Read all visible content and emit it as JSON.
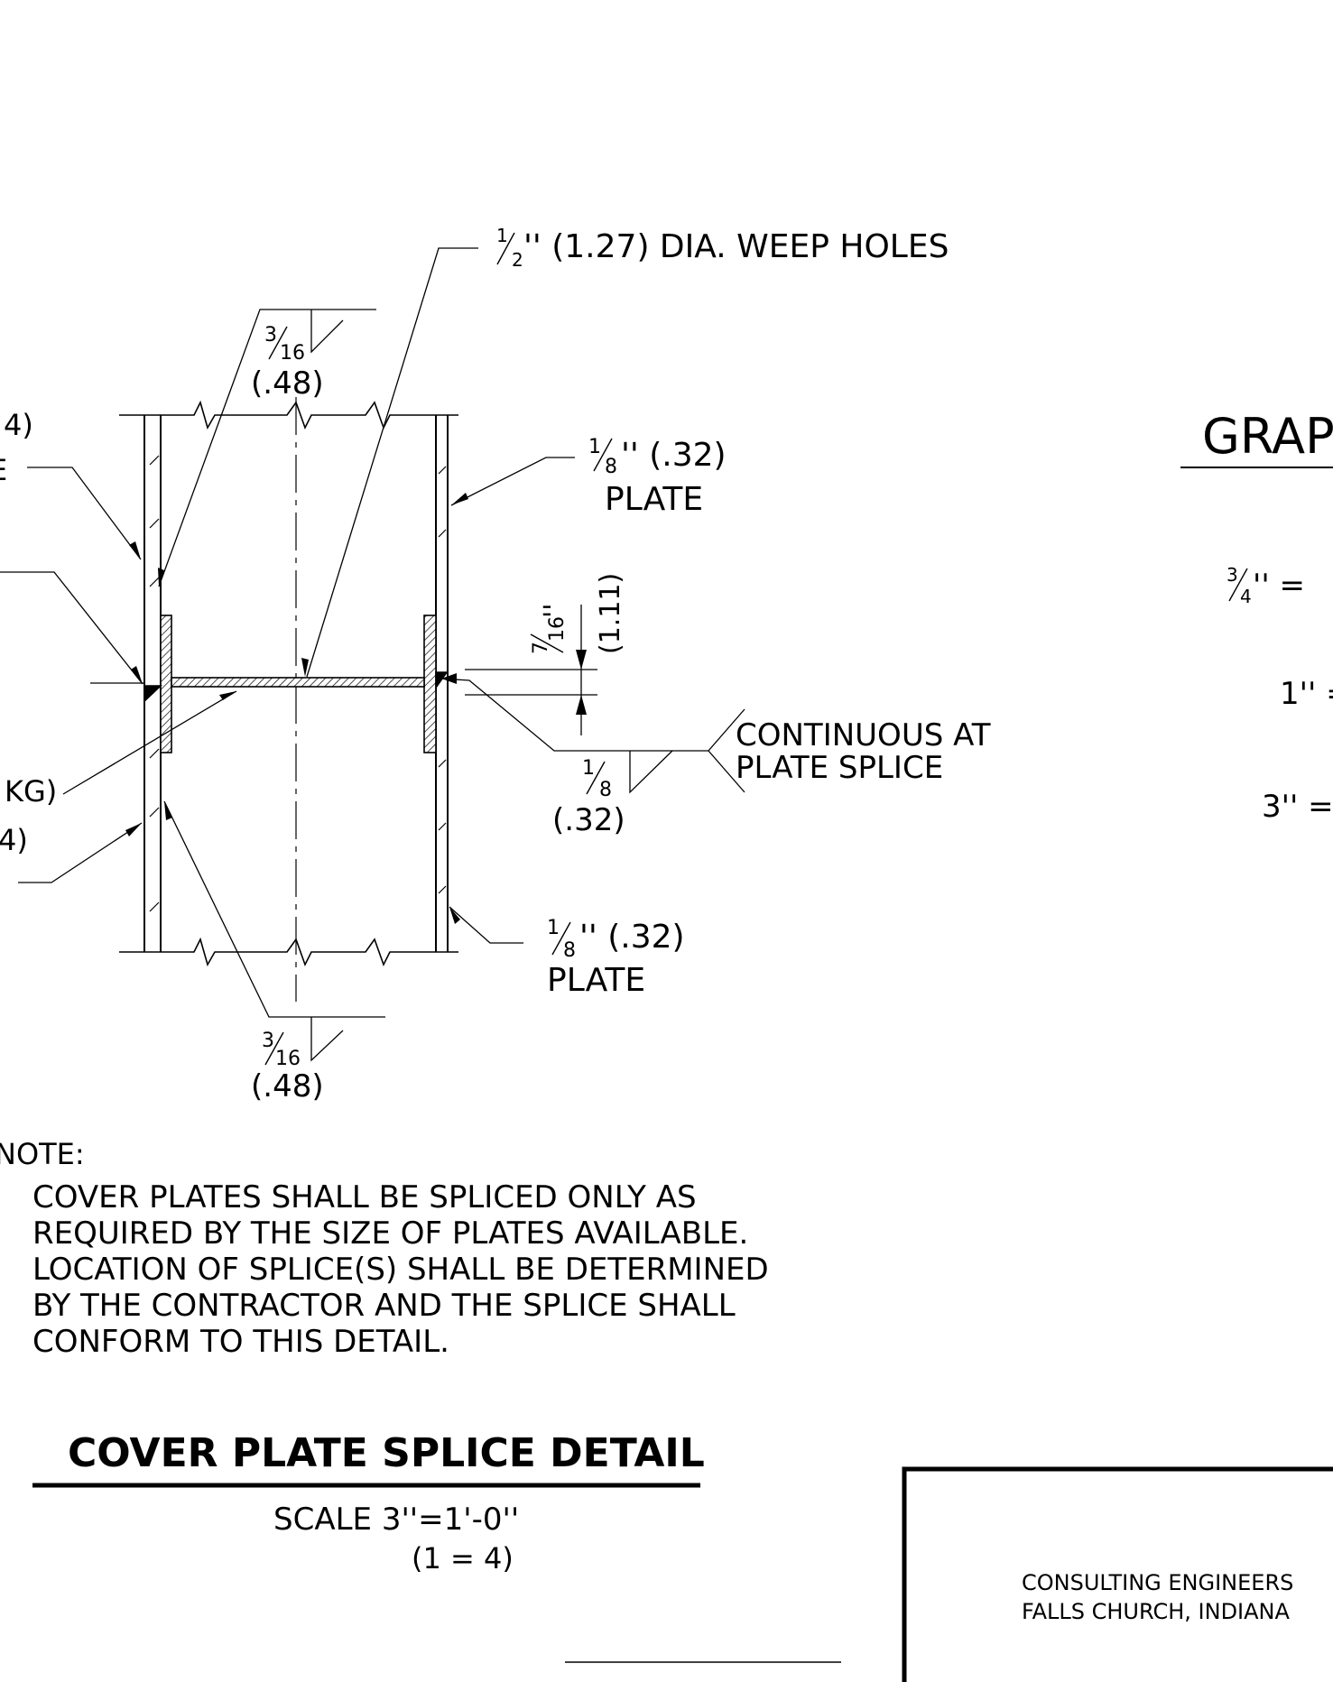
{
  "weep_holes": {
    "frac_num": "1",
    "frac_den": "2",
    "text": "'' (1.27) DIA. WEEP HOLES"
  },
  "weld_top": {
    "frac_num": "3",
    "frac_den": "16",
    "metric": "(.48)"
  },
  "weld_bottom": {
    "frac_num": "3",
    "frac_den": "16",
    "metric": "(.48)"
  },
  "plate_top": {
    "frac_num": "1",
    "frac_den": "8",
    "size": "'' (.32)",
    "word": "PLATE"
  },
  "plate_bottom": {
    "frac_num": "1",
    "frac_den": "8",
    "size": "'' (.32)",
    "word": "PLATE"
  },
  "gap_dim": {
    "frac_num": "7",
    "frac_den": "16",
    "inch": "''",
    "metric": "(1.11)"
  },
  "weld_splice": {
    "frac_num": "1",
    "frac_den": "8",
    "metric": "(.32)"
  },
  "continuous_note": {
    "line1": "CONTINUOUS AT",
    "line2": "PLATE SPLICE"
  },
  "left_cut": {
    "a": "4)",
    "b": "E",
    "c": "KG)",
    "d": "4)"
  },
  "note": {
    "label": "NOTE:",
    "lines": [
      "COVER PLATES SHALL BE SPLICED ONLY AS",
      "REQUIRED BY THE SIZE OF PLATES AVAILABLE.",
      "LOCATION OF SPLICE(S) SHALL BE DETERMINED",
      "BY THE CONTRACTOR AND THE SPLICE SHALL",
      "CONFORM TO THIS DETAIL."
    ]
  },
  "detail": {
    "title": "COVER PLATE SPLICE DETAIL",
    "scale": "SCALE 3''=1'-0''",
    "scale_metric": "(1 = 4)"
  },
  "graphic_scale": {
    "title": "GRAP",
    "rows": [
      {
        "frac_num": "3",
        "frac_den": "4",
        "text": "'' ="
      },
      {
        "text": "1'' ="
      },
      {
        "text": "3'' ="
      }
    ]
  },
  "title_block": {
    "line1": "CONSULTING ENGINEERS",
    "line2": "FALLS CHURCH, INDIANA"
  }
}
